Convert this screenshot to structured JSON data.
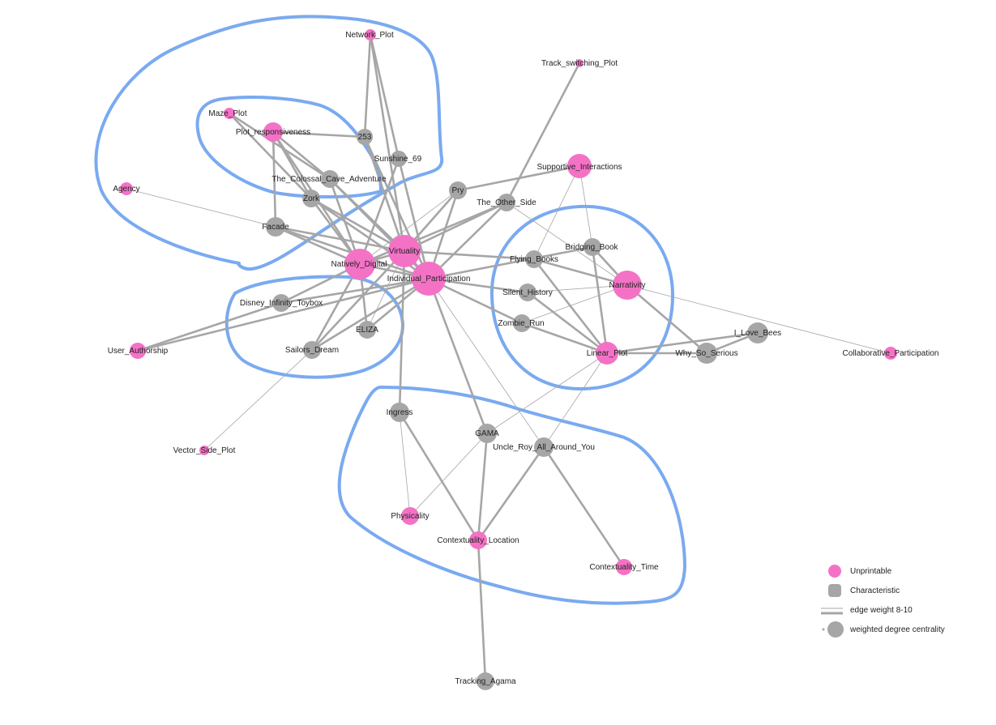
{
  "colors": {
    "unprintable": "#f472c6",
    "characteristic": "#a6a6a6",
    "edge": "#a6a6a6",
    "cluster_outline": "#7aaaf0"
  },
  "legend": {
    "unprintable": "Unprintable",
    "characteristic": "Characteristic",
    "edge_weight": "edge weight 8-10",
    "centrality": "weighted degree centrality"
  },
  "nodes": [
    {
      "id": "Network_Plot",
      "label": "Network_Plot",
      "type": "unprintable"
    },
    {
      "id": "Track_switching_Plot",
      "label": "Track_switching_Plot",
      "type": "unprintable"
    },
    {
      "id": "Maze_Plot",
      "label": "Maze_Plot",
      "type": "unprintable"
    },
    {
      "id": "Plot_responsiveness",
      "label": "Plot_responsiveness",
      "type": "unprintable"
    },
    {
      "id": "253",
      "label": "253",
      "type": "characteristic"
    },
    {
      "id": "Sunshine_69",
      "label": "Sunshine_69",
      "type": "characteristic"
    },
    {
      "id": "Supportive_Interactions",
      "label": "Supportive_Interactions",
      "type": "unprintable"
    },
    {
      "id": "The_Colossal_Cave_Adventure",
      "label": "The_Colossal_Cave_Adventure",
      "type": "characteristic"
    },
    {
      "id": "Agency",
      "label": "Agency",
      "type": "unprintable"
    },
    {
      "id": "Zork",
      "label": "Zork",
      "type": "characteristic"
    },
    {
      "id": "Pry",
      "label": "Pry",
      "type": "characteristic"
    },
    {
      "id": "The_Other_Side",
      "label": "The_Other_Side",
      "type": "characteristic"
    },
    {
      "id": "Facade",
      "label": "Facade",
      "type": "characteristic"
    },
    {
      "id": "Bridging_Book",
      "label": "Bridging_Book",
      "type": "characteristic"
    },
    {
      "id": "Virtuality",
      "label": "Virtuality",
      "type": "unprintable"
    },
    {
      "id": "Flying_Books",
      "label": "Flying_Books",
      "type": "characteristic"
    },
    {
      "id": "Natively_Digital",
      "label": "Natively_Digital",
      "type": "unprintable"
    },
    {
      "id": "Individual_Participation",
      "label": "Individual_Participation",
      "type": "unprintable"
    },
    {
      "id": "Narrativity",
      "label": "Narrativity",
      "type": "unprintable"
    },
    {
      "id": "Silent_History",
      "label": "Silent_History",
      "type": "characteristic"
    },
    {
      "id": "Disney_Infinity_Toybox",
      "label": "Disney_Infinity_Toybox",
      "type": "characteristic"
    },
    {
      "id": "Zombie_Run",
      "label": "Zombie_Run",
      "type": "characteristic"
    },
    {
      "id": "ELIZA",
      "label": "ELIZA",
      "type": "characteristic"
    },
    {
      "id": "I_Love_Bees",
      "label": "I_Love_Bees",
      "type": "characteristic"
    },
    {
      "id": "User_Authorship",
      "label": "User_Authorship",
      "type": "unprintable"
    },
    {
      "id": "Sailors_Dream",
      "label": "Sailors_Dream",
      "type": "characteristic"
    },
    {
      "id": "Linear_Plot",
      "label": "Linear_Plot",
      "type": "unprintable"
    },
    {
      "id": "Why_So_Serious",
      "label": "Why_So_Serious",
      "type": "characteristic"
    },
    {
      "id": "Collaborative_Participation",
      "label": "Collaborative_Participation",
      "type": "unprintable"
    },
    {
      "id": "Ingress",
      "label": "Ingress",
      "type": "characteristic"
    },
    {
      "id": "GAMA",
      "label": "GAMA",
      "type": "characteristic"
    },
    {
      "id": "Uncle_Roy_All_Around_You",
      "label": "Uncle_Roy_All_Around_You",
      "type": "characteristic"
    },
    {
      "id": "Vector_Side_Plot",
      "label": "Vector_Side_Plot",
      "type": "unprintable"
    },
    {
      "id": "Physicality",
      "label": "Physicality",
      "type": "unprintable"
    },
    {
      "id": "Contextuality_Location",
      "label": "Contextuality_Location",
      "type": "unprintable"
    },
    {
      "id": "Contextuality_Time",
      "label": "Contextuality_Time",
      "type": "unprintable"
    },
    {
      "id": "Tracking_Agama",
      "label": "Tracking_Agama",
      "type": "characteristic"
    }
  ],
  "edges": [
    [
      "Network_Plot",
      "253"
    ],
    [
      "Network_Plot",
      "Sunshine_69"
    ],
    [
      "Network_Plot",
      "Virtuality"
    ],
    [
      "Maze_Plot",
      "The_Colossal_Cave_Adventure"
    ],
    [
      "Maze_Plot",
      "Zork"
    ],
    [
      "Plot_responsiveness",
      "253"
    ],
    [
      "Plot_responsiveness",
      "Facade"
    ],
    [
      "Plot_responsiveness",
      "Zork"
    ],
    [
      "Plot_responsiveness",
      "The_Colossal_Cave_Adventure"
    ],
    [
      "Plot_responsiveness",
      "Natively_Digital"
    ],
    [
      "253",
      "Virtuality"
    ],
    [
      "253",
      "Individual_Participation"
    ],
    [
      "Sunshine_69",
      "Natively_Digital"
    ],
    [
      "Sunshine_69",
      "Individual_Participation"
    ],
    [
      "The_Colossal_Cave_Adventure",
      "Virtuality"
    ],
    [
      "The_Colossal_Cave_Adventure",
      "Natively_Digital"
    ],
    [
      "The_Colossal_Cave_Adventure",
      "Individual_Participation"
    ],
    [
      "Zork",
      "Virtuality"
    ],
    [
      "Zork",
      "Natively_Digital"
    ],
    [
      "Zork",
      "Individual_Participation"
    ],
    [
      "Facade",
      "Virtuality"
    ],
    [
      "Facade",
      "Natively_Digital"
    ],
    [
      "Facade",
      "Individual_Participation"
    ],
    [
      "Agency",
      "Facade"
    ],
    [
      "Track_switching_Plot",
      "The_Other_Side"
    ],
    [
      "Supportive_Interactions",
      "Pry"
    ],
    [
      "Supportive_Interactions",
      "Flying_Books"
    ],
    [
      "Supportive_Interactions",
      "Bridging_Book"
    ],
    [
      "Pry",
      "Virtuality"
    ],
    [
      "Pry",
      "Natively_Digital"
    ],
    [
      "Pry",
      "Individual_Participation"
    ],
    [
      "The_Other_Side",
      "Virtuality"
    ],
    [
      "The_Other_Side",
      "Natively_Digital"
    ],
    [
      "The_Other_Side",
      "Individual_Participation"
    ],
    [
      "The_Other_Side",
      "Narrativity"
    ],
    [
      "Bridging_Book",
      "Narrativity"
    ],
    [
      "Bridging_Book",
      "Linear_Plot"
    ],
    [
      "Bridging_Book",
      "Individual_Participation"
    ],
    [
      "Flying_Books",
      "Linear_Plot"
    ],
    [
      "Flying_Books",
      "Virtuality"
    ],
    [
      "Flying_Books",
      "Narrativity"
    ],
    [
      "Silent_History",
      "Narrativity"
    ],
    [
      "Silent_History",
      "Linear_Plot"
    ],
    [
      "Silent_History",
      "Individual_Participation"
    ],
    [
      "Zombie_Run",
      "Individual_Participation"
    ],
    [
      "Zombie_Run",
      "Linear_Plot"
    ],
    [
      "Zombie_Run",
      "Narrativity"
    ],
    [
      "Narrativity",
      "Why_So_Serious"
    ],
    [
      "Narrativity",
      "Collaborative_Participation"
    ],
    [
      "Linear_Plot",
      "I_Love_Bees"
    ],
    [
      "Linear_Plot",
      "Why_So_Serious"
    ],
    [
      "Linear_Plot",
      "GAMA"
    ],
    [
      "Linear_Plot",
      "Uncle_Roy_All_Around_You"
    ],
    [
      "I_Love_Bees",
      "Why_So_Serious"
    ],
    [
      "Virtuality",
      "Individual_Participation"
    ],
    [
      "Virtuality",
      "Natively_Digital"
    ],
    [
      "Natively_Digital",
      "Individual_Participation"
    ],
    [
      "Disney_Infinity_Toybox",
      "Individual_Participation"
    ],
    [
      "Disney_Infinity_Toybox",
      "Natively_Digital"
    ],
    [
      "User_Authorship",
      "Disney_Infinity_Toybox"
    ],
    [
      "User_Authorship",
      "Individual_Participation"
    ],
    [
      "ELIZA",
      "Natively_Digital"
    ],
    [
      "ELIZA",
      "Individual_Participation"
    ],
    [
      "ELIZA",
      "Virtuality"
    ],
    [
      "Sailors_Dream",
      "Natively_Digital"
    ],
    [
      "Sailors_Dream",
      "Individual_Participation"
    ],
    [
      "Sailors_Dream",
      "Virtuality"
    ],
    [
      "Sailors_Dream",
      "Vector_Side_Plot"
    ],
    [
      "Ingress",
      "Virtuality"
    ],
    [
      "Ingress",
      "Contextuality_Location"
    ],
    [
      "Ingress",
      "Physicality"
    ],
    [
      "GAMA",
      "Individual_Participation"
    ],
    [
      "GAMA",
      "Contextuality_Location"
    ],
    [
      "GAMA",
      "Physicality"
    ],
    [
      "Uncle_Roy_All_Around_You",
      "Individual_Participation"
    ],
    [
      "Uncle_Roy_All_Around_You",
      "Contextuality_Location"
    ],
    [
      "Uncle_Roy_All_Around_You",
      "Contextuality_Time"
    ],
    [
      "Contextuality_Location",
      "Tracking_Agama"
    ]
  ]
}
